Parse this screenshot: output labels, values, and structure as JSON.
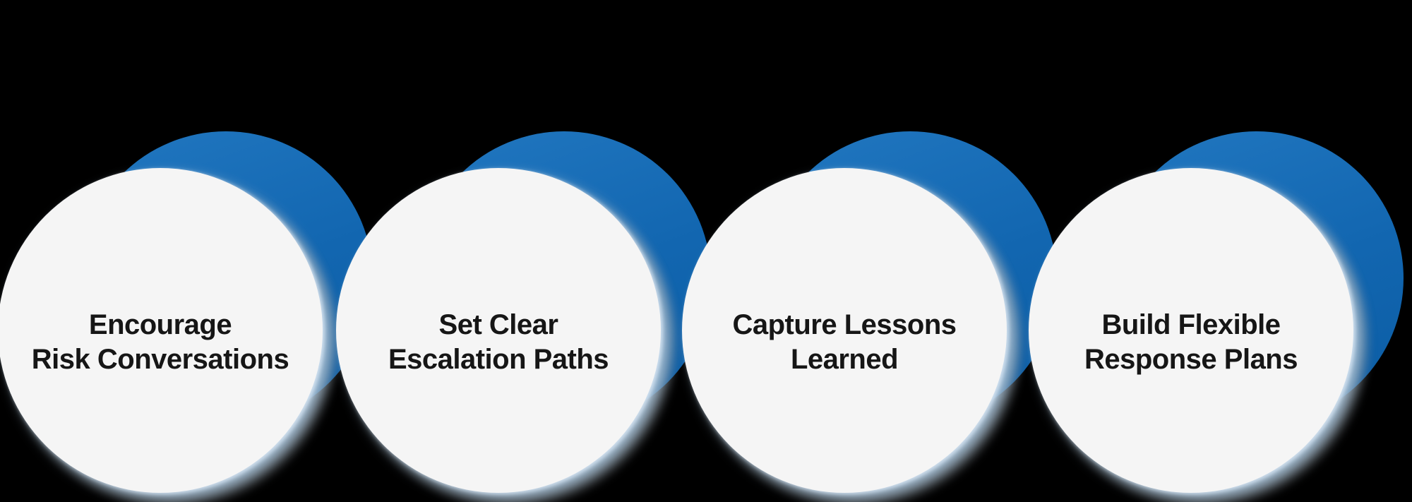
{
  "diagram": {
    "background_color": "#000000",
    "blue_circle_color": "#1266B0",
    "blue_circle_light": "#2177C0",
    "blue_circle_dark": "#0B5CA3",
    "bubble_fill": "#F5F5F5",
    "rim_highlight": "#7FADD6",
    "text_color": "#161616",
    "items": [
      {
        "line1": "Encourage",
        "line2": "Risk Conversations"
      },
      {
        "line1": "Set Clear",
        "line2": "Escalation Paths"
      },
      {
        "line1": "Capture Lessons",
        "line2": "Learned"
      },
      {
        "line1": "Build Flexible",
        "line2": "Response Plans"
      }
    ]
  }
}
